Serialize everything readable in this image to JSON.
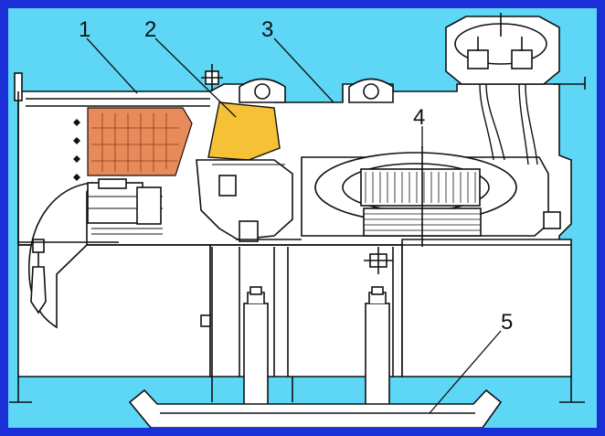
{
  "labels": [
    "1",
    "2",
    "3",
    "4",
    "5"
  ],
  "colors": {
    "frame": "#1a2fd6",
    "background": "#5ed6f5",
    "component_1": "#e98a5a",
    "component_2": "#f5c237",
    "drawing": "#ffffff",
    "line": "#111111"
  }
}
